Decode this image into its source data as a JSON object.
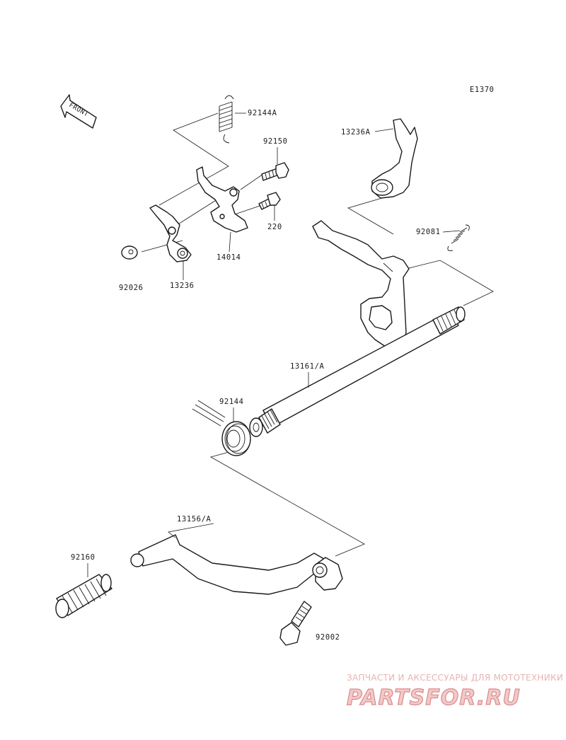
{
  "diagram_code": "E1370",
  "front_arrow_label": "FRONT",
  "parts": {
    "p92144A": "92144A",
    "p92150": "92150",
    "p220": "220",
    "p14014": "14014",
    "p92026": "92026",
    "p13236": "13236",
    "p13236A": "13236A",
    "p92081": "92081",
    "p13161A": "13161/A",
    "p92144": "92144",
    "p13156A": "13156/A",
    "p92160": "92160",
    "p92002": "92002"
  },
  "watermark": {
    "tagline": "ЗАПЧАСТИ И АКСЕССУАРЫ ДЛЯ МОТОТЕХНИКИ",
    "logo": "PARTSFOR.RU"
  }
}
